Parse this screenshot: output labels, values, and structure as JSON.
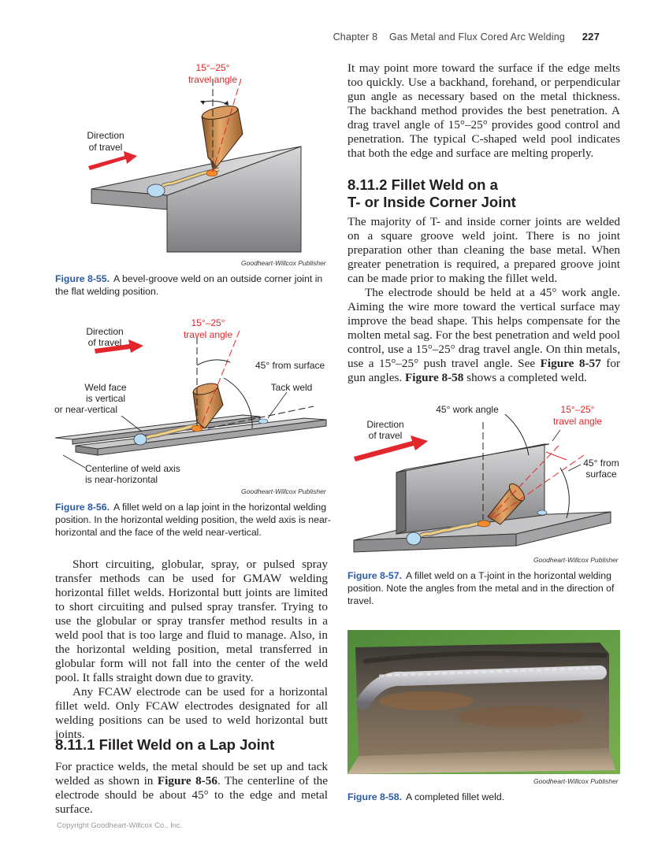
{
  "header": {
    "chapter": "Chapter 8",
    "title": "Gas Metal and Flux Cored Arc Welding",
    "page_number": "227"
  },
  "figures": {
    "fig55": {
      "travel_angle_1": "15°–25°",
      "travel_angle_2": "travel angle",
      "direction_1": "Direction",
      "direction_2": "of travel",
      "credit": "Goodheart-Willcox Publisher",
      "number": "Figure 8-55.",
      "caption": "A bevel-groove weld on an outside corner joint in the flat welding position."
    },
    "fig56": {
      "direction_1": "Direction",
      "direction_2": "of travel",
      "travel_angle_1": "15°–25°",
      "travel_angle_2": "travel angle",
      "from_surface": "45° from surface",
      "weld_face_1": "Weld face",
      "weld_face_2": "is vertical",
      "weld_face_3": "or near-vertical",
      "tack_weld": "Tack weld",
      "centerline_1": "Centerline of weld axis",
      "centerline_2": "is near-horizontal",
      "credit": "Goodheart-Willcox Publisher",
      "number": "Figure 8-56.",
      "caption": "A fillet weld on a lap joint in the horizontal welding position. In the horizontal welding position, the weld axis is near-horizontal and the face of the weld near-vertical."
    },
    "fig57": {
      "work_angle": "45° work angle",
      "travel_angle_1": "15°–25°",
      "travel_angle_2": "travel angle",
      "direction_1": "Direction",
      "direction_2": "of travel",
      "from_surface_1": "45° from",
      "from_surface_2": "surface",
      "credit": "Goodheart-Willcox Publisher",
      "number": "Figure 8-57.",
      "caption": "A fillet weld on a T-joint in the horizontal welding position. Note the angles from the metal and in the direction of travel."
    },
    "fig58": {
      "credit": "Goodheart-Willcox Publisher",
      "number": "Figure 8-58.",
      "caption": "A completed fillet weld."
    }
  },
  "left_column": {
    "para1": "Short circuiting, globular, spray, or pulsed spray transfer methods can be used for GMAW welding horizontal fillet welds. Horizontal butt joints are limited to short circuiting and pulsed spray transfer. Trying to use the globular or spray transfer method results in a weld pool that is too large and fluid to manage. Also, in the horizontal welding position, metal transferred in globular form will not fall into the center of the weld pool. It falls straight down due to gravity.",
    "para2": "Any FCAW electrode can be used for a horizontal fillet weld. Only FCAW electrodes designated for all welding positions can be used to weld horizontal butt joints.",
    "section_number": "8.11.1",
    "section_title": "Fillet Weld on a Lap Joint",
    "para3_pre": "For practice welds, the metal should be set up and tack welded as shown in ",
    "para3_ref": "Figure 8-56",
    "para3_post": ". The centerline of the electrode should be about 45° to the edge and metal surface."
  },
  "right_column": {
    "para0": "It may point more toward the surface if the edge melts too quickly. Use a backhand, forehand, or perpendicular gun angle as necessary based on the metal thickness. The backhand method provides the best penetration. A drag travel angle of 15°–25° provides good control and penetration. The typical C-shaped weld pool indicates that both the edge and surface are melting properly.",
    "section_number": "8.11.2",
    "section_title_1": "Fillet Weld on a",
    "section_title_2": "T- or Inside Corner Joint",
    "para1": "The majority of T- and inside corner joints are welded on a square groove weld joint. There is no joint preparation other than cleaning the base metal. When greater penetration is required, a prepared groove joint can be made prior to making the fillet weld.",
    "para2_pre": "The electrode should be held at a 45° work angle. Aiming the wire more toward the vertical surface may improve the bead shape. This helps compensate for the molten metal sag. For the best penetration and weld pool control, use a 15°–25° drag travel angle. On thin metals, use a 15°–25° push travel angle. See ",
    "para2_ref1": "Figure 8-57",
    "para2_mid": " for gun angles. ",
    "para2_ref2": "Figure 8-58",
    "para2_post": " shows a completed weld."
  },
  "footer": "Copyright Goodheart-Willcox Co., Inc.",
  "colors": {
    "caption_blue": "#2a5aa8",
    "arrow_red": "#e3262b",
    "metal_gray": "#9a9a9c",
    "gun_copper": "#c98a4e"
  }
}
